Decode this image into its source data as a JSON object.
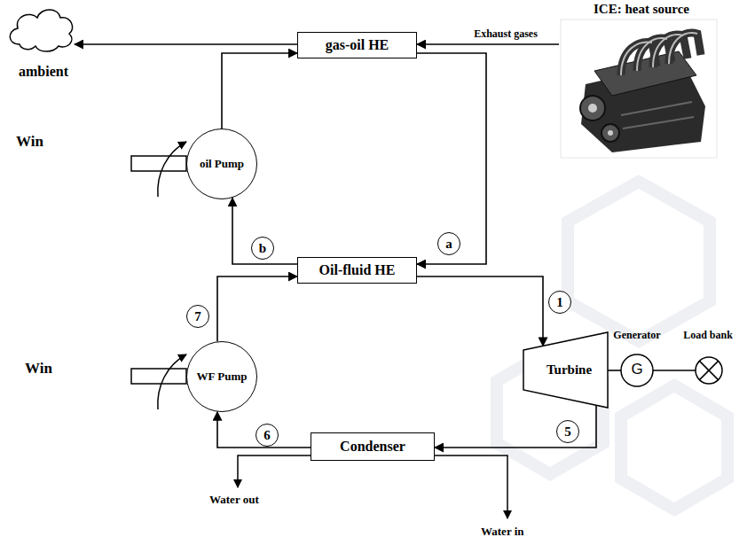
{
  "diagram": {
    "nodes": [
      {
        "text": [
          "ambient"
        ]
      },
      {
        "text": [
          "gas-oil HE"
        ]
      },
      {
        "text": [
          "ICE: heat source"
        ]
      },
      {
        "text": [
          "oil Pump"
        ]
      },
      {
        "text": [
          "Oil-fluid HE"
        ]
      },
      {
        "text": [
          "WF Pump"
        ]
      },
      {
        "text": [
          "Turbine"
        ]
      },
      {
        "text": [
          "Generator",
          "G"
        ]
      },
      {
        "text": [
          "Load bank"
        ]
      },
      {
        "text": [
          "Condenser"
        ]
      }
    ],
    "edges": [
      {
        "from": 2,
        "to": 1,
        "arrow": "to",
        "label": "Exhaust gases"
      },
      {
        "from": 1,
        "to": 0,
        "arrow": "to"
      },
      {
        "from": 1,
        "to": 4,
        "arrow": "to"
      },
      {
        "from": 4,
        "to": 3,
        "arrow": "to"
      },
      {
        "from": 3,
        "to": 1,
        "arrow": "to"
      },
      {
        "from": 4,
        "to": 6,
        "arrow": "to"
      },
      {
        "from": 6,
        "to": 9,
        "arrow": "to"
      },
      {
        "from": 9,
        "to": 5,
        "arrow": "to"
      },
      {
        "from": 5,
        "to": 4,
        "arrow": "to"
      },
      {
        "from": 6,
        "to": 7,
        "arrow": "none"
      },
      {
        "from": 7,
        "to": 8,
        "arrow": "none"
      }
    ],
    "labels": [
      "a",
      "b",
      "1",
      "7",
      "5",
      "6",
      "Win",
      "Win",
      "Water out",
      "Water in"
    ]
  }
}
